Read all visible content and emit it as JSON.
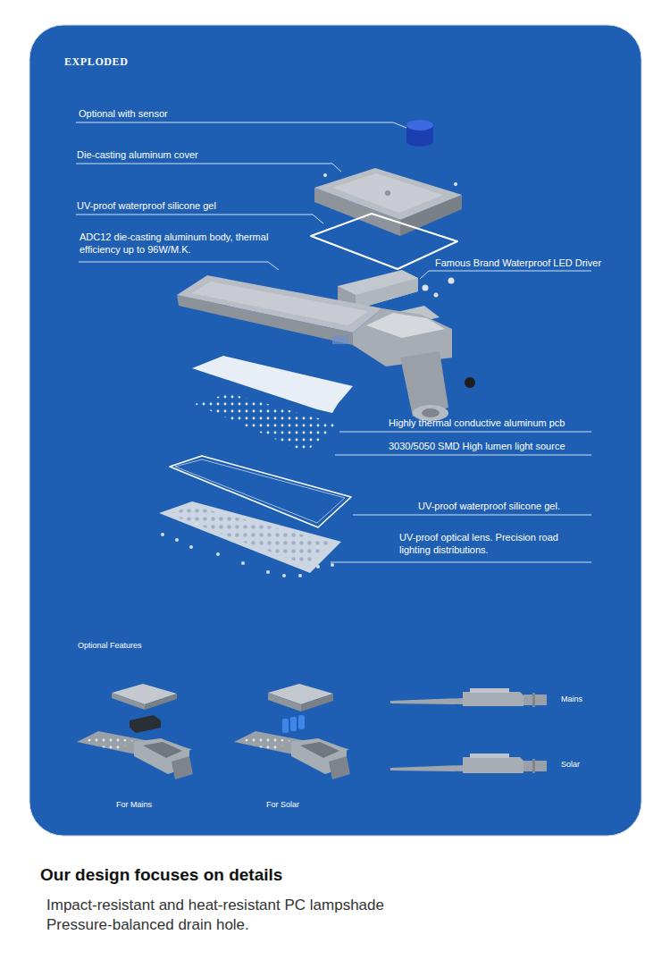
{
  "diagram": {
    "title": "EXPLODED",
    "labels": [
      "Optional with sensor",
      "Die-casting aluminum cover",
      "UV-proof waterproof silicone gel",
      "ADC12 die-casting aluminum body, thermal efficiency up to 96W/M.K.",
      "Famous Brand Waterproof LED Driver",
      "Highly thermal conductive aluminum pcb",
      "3030/5050 SMD High lumen light source",
      "UV-proof waterproof silicone gel.",
      "UV-proof optical lens. Precision road lighting distributions.",
      "Optional Features",
      "For Mains",
      "For Solar",
      "Mains",
      "Solar",
      "Our design focuses on details",
      "Impact-resistant and heat-resistant PC lampshade",
      "Pressure-balanced drain hole."
    ]
  }
}
